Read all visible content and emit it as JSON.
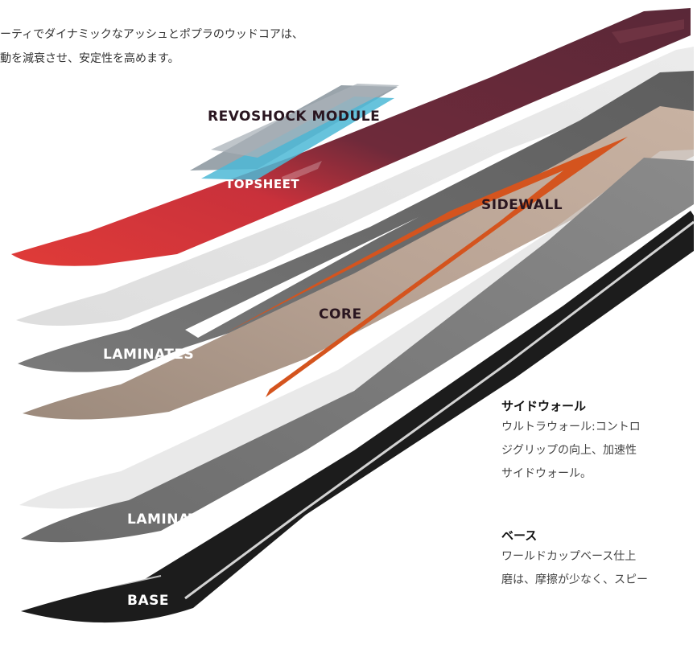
{
  "intro": {
    "lines": [
      "ーティでダイナミックなアッシュとポプラのウッドコアは、",
      "動を減衰させ、安定性を高めます。"
    ]
  },
  "layers": {
    "revoshock": "REVOSHOCK MODULE",
    "topsheet": "TOPSHEET",
    "sidewall": "SIDEWALL",
    "core": "CORE",
    "laminates_upper": "LAMINATES",
    "laminates_lower": "LAMINATES",
    "base": "BASE"
  },
  "details": {
    "sidewall": {
      "title": "サイドウォール",
      "lines": [
        "ウルトラウォール:コントロ",
        "ジグリップの向上、加速性",
        "サイドウォール。"
      ]
    },
    "base": {
      "title": "ベース",
      "lines": [
        "ワールドカップベース仕上",
        "磨は、摩擦が少なく、スピー"
      ]
    }
  },
  "colors": {
    "topsheet_red": "#d63a36",
    "topsheet_plum": "#5e2a3a",
    "revoshock_blue": "#4cb8d6",
    "sidewall_orange": "#d4541e",
    "core_wood": "#b39e8d",
    "laminate_gray": "#666666",
    "base_black": "#1c1c1c"
  }
}
